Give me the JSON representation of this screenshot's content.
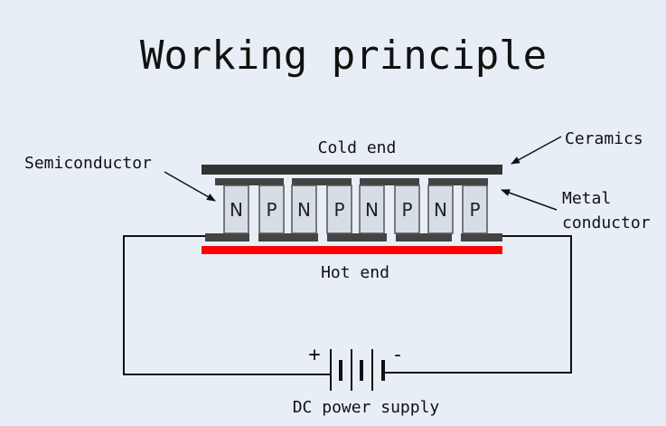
{
  "title": "Working principle",
  "labels": {
    "cold_end": "Cold end",
    "hot_end": "Hot end",
    "ceramics": "Ceramics",
    "semiconductor": "Semiconductor",
    "metal_conductor_line1": "Metal",
    "metal_conductor_line2": "conductor",
    "power_supply": "DC power supply",
    "plus": "+",
    "minus": "-"
  },
  "semiconductors": [
    "N",
    "P",
    "N",
    "P",
    "N",
    "P",
    "N",
    "P"
  ],
  "colors": {
    "background": "#e8eef5",
    "ceramics": "#333333",
    "hot_plate": "#ff0000",
    "pellet_fill": "#d6dde6",
    "pellet_stroke": "#555555",
    "wire": "#111111"
  }
}
